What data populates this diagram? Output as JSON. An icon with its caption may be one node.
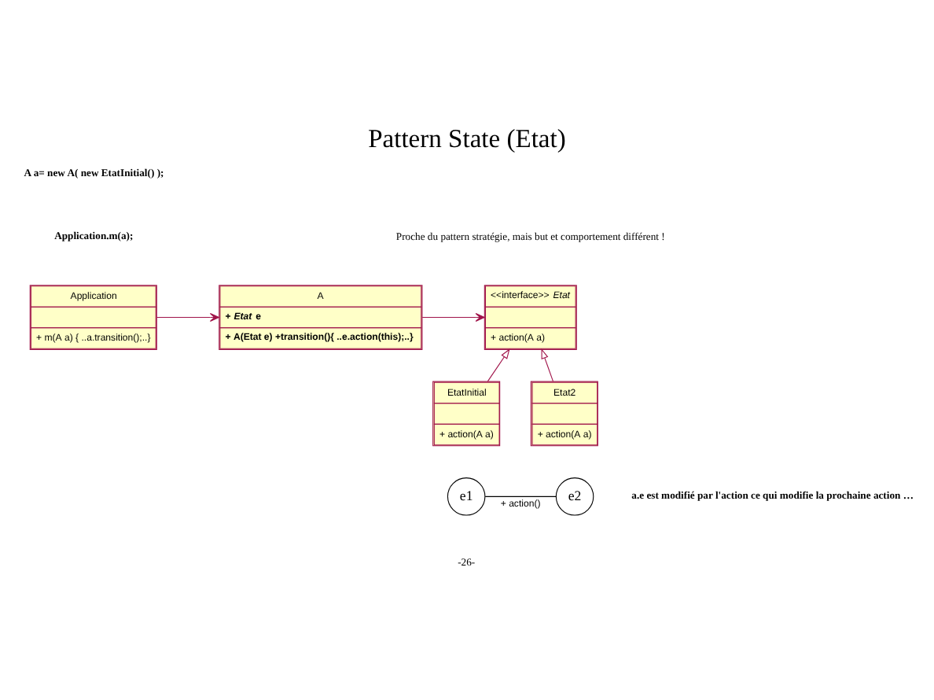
{
  "diagram": {
    "title": "Pattern State (Etat)",
    "nodes": [
      {
        "text": [
          "Application",
          "+ m(A a) { ..a.transition();..}"
        ]
      },
      {
        "text": [
          "A",
          "+ *Etat* e",
          "+ A(Etat e) +transition(){ ..e.action(this);..}"
        ]
      },
      {
        "text": [
          "<<interface>> *Etat*",
          "+ action(A a)"
        ]
      },
      {
        "text": [
          "EtatInitial",
          "+ action(A a)"
        ]
      },
      {
        "text": [
          "Etat2",
          "+ action(A a)"
        ]
      },
      {
        "text": [
          "e1"
        ]
      },
      {
        "text": [
          "e2"
        ]
      }
    ],
    "edges": [
      {
        "from": 0,
        "to": 1,
        "arrow": "to"
      },
      {
        "from": 1,
        "to": 2,
        "arrow": "to"
      },
      {
        "from": 3,
        "to": 2,
        "arrow": "to"
      },
      {
        "from": 4,
        "to": 2,
        "arrow": "to"
      },
      {
        "from": 5,
        "to": 6,
        "arrow": "none",
        "label": "+ action()",
        "color": "#000000"
      }
    ],
    "labels": [
      "A a= new A( new EtatInitial() );",
      "Application.m(a);",
      "Proche du pattern stratégie, mais but et comportement différent !",
      "a.e est modifié par l'action ce qui modifie la prochaine action …",
      "-26-"
    ]
  }
}
